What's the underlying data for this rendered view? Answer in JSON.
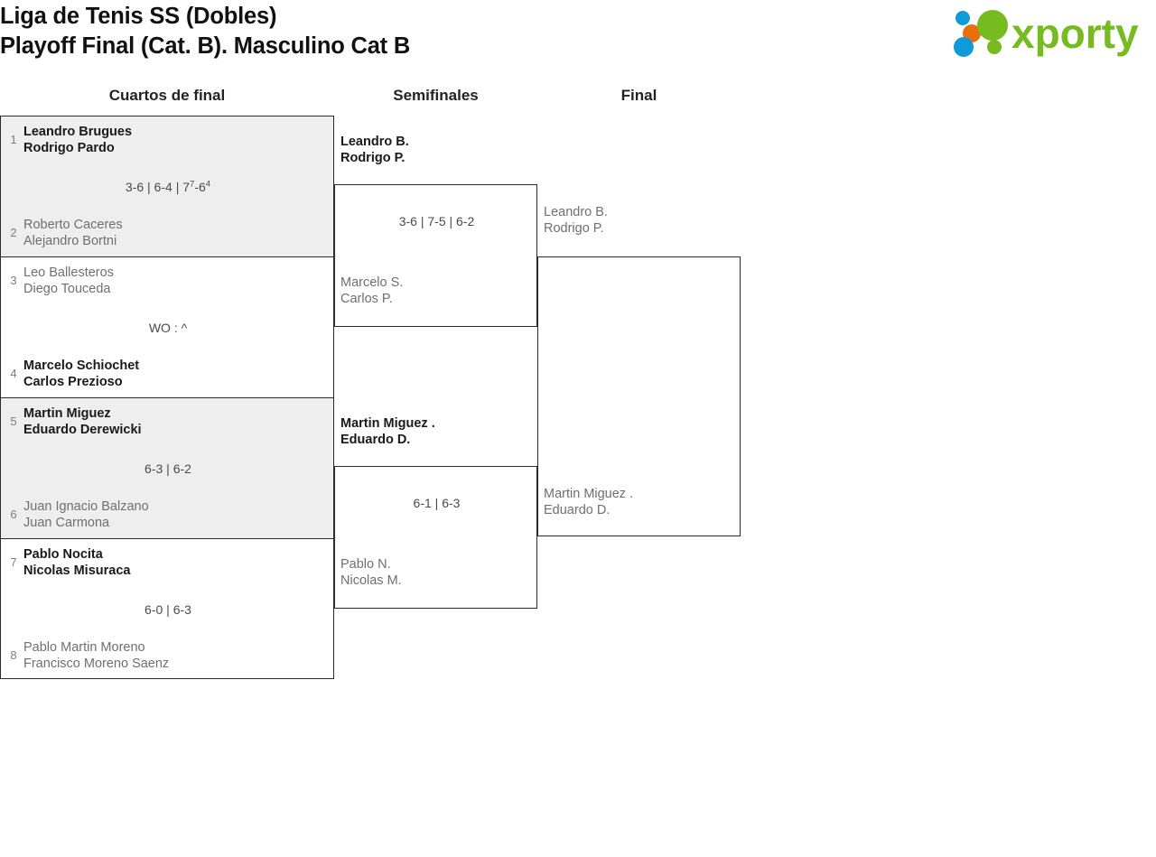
{
  "header": {
    "title_line1": "Liga de Tenis SS (Dobles)",
    "title_line2": "Playoff Final (Cat. B). Masculino Cat B",
    "logo_text": "xporty",
    "logo_colors": {
      "green": "#76bc21",
      "blue": "#0f9bd7",
      "orange": "#e8700a"
    }
  },
  "rounds": {
    "quarterfinals_label": "Cuartos de final",
    "semifinals_label": "Semifinales",
    "final_label": "Final"
  },
  "quarterfinals": [
    {
      "seed_top": "1",
      "top_player1": "Leandro Brugues",
      "top_player2": "Rodrigo Pardo",
      "top_result": "winner",
      "seed_bottom": "2",
      "bottom_player1": "Roberto Caceres",
      "bottom_player2": "Alejandro Bortni",
      "bottom_result": "loser",
      "score_part1": "3-6 | 6-4 | 7",
      "score_sup1": "7",
      "score_part2": "-6",
      "score_sup2": "4",
      "score_part3": "",
      "shaded": true
    },
    {
      "seed_top": "3",
      "top_player1": "Leo Ballesteros",
      "top_player2": "Diego Touceda",
      "top_result": "loser",
      "seed_bottom": "4",
      "bottom_player1": "Marcelo Schiochet",
      "bottom_player2": "Carlos Prezioso",
      "bottom_result": "winner",
      "score_part1": "WO : ^",
      "score_sup1": "",
      "score_part2": "",
      "score_sup2": "",
      "score_part3": "",
      "shaded": false
    },
    {
      "seed_top": "5",
      "top_player1": "Martin Miguez",
      "top_player2": "Eduardo Derewicki",
      "top_result": "winner",
      "seed_bottom": "6",
      "bottom_player1": "Juan Ignacio Balzano",
      "bottom_player2": "Juan Carmona",
      "bottom_result": "loser",
      "score_part1": "6-3 | 6-2",
      "score_sup1": "",
      "score_part2": "",
      "score_sup2": "",
      "score_part3": "",
      "shaded": true
    },
    {
      "seed_top": "7",
      "top_player1": "Pablo Nocita",
      "top_player2": "Nicolas Misuraca",
      "top_result": "winner",
      "seed_bottom": "8",
      "bottom_player1": "Pablo Martin Moreno",
      "bottom_player2": "Francisco Moreno Saenz",
      "bottom_result": "loser",
      "score_part1": "6-0 | 6-3",
      "score_sup1": "",
      "score_part2": "",
      "score_sup2": "",
      "score_part3": "",
      "shaded": false
    }
  ],
  "semifinals": [
    {
      "top_player1": "Leandro B.",
      "top_player2": "Rodrigo P.",
      "top_result": "winner",
      "bottom_player1": "Marcelo S.",
      "bottom_player2": "Carlos P.",
      "bottom_result": "loser",
      "score": "3-6 | 7-5 | 6-2"
    },
    {
      "top_player1": "Martin Miguez .",
      "top_player2": "Eduardo D.",
      "top_result": "winner",
      "bottom_player1": "Pablo N.",
      "bottom_player2": "Nicolas M.",
      "bottom_result": "loser",
      "score": "6-1 | 6-3"
    }
  ],
  "final": {
    "top_player1": "Leandro B.",
    "top_player2": "Rodrigo P.",
    "top_result": "loser",
    "bottom_player1": "Martin Miguez .",
    "bottom_player2": "Eduardo D.",
    "bottom_result": "loser",
    "score": ""
  }
}
